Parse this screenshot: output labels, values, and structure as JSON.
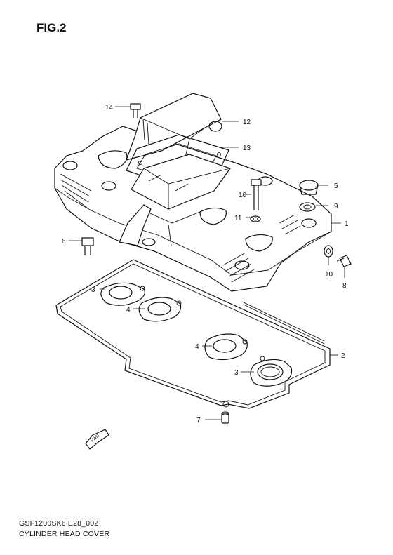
{
  "figure": {
    "title": "FIG.2",
    "code": "GSF1200SK6 E28_002",
    "name": "CYLINDER HEAD COVER",
    "fwd_label": "FWD"
  },
  "callouts": [
    {
      "id": "c1",
      "label": "1"
    },
    {
      "id": "c2",
      "label": "2"
    },
    {
      "id": "c3a",
      "label": "3"
    },
    {
      "id": "c3b",
      "label": "3"
    },
    {
      "id": "c4a",
      "label": "4"
    },
    {
      "id": "c4b",
      "label": "4"
    },
    {
      "id": "c5",
      "label": "5"
    },
    {
      "id": "c6",
      "label": "6"
    },
    {
      "id": "c7",
      "label": "7"
    },
    {
      "id": "c8",
      "label": "8"
    },
    {
      "id": "c9",
      "label": "9"
    },
    {
      "id": "c10a",
      "label": "10"
    },
    {
      "id": "c10b",
      "label": "10"
    },
    {
      "id": "c11",
      "label": "11"
    },
    {
      "id": "c12",
      "label": "12"
    },
    {
      "id": "c13",
      "label": "13"
    },
    {
      "id": "c14",
      "label": "14"
    }
  ]
}
